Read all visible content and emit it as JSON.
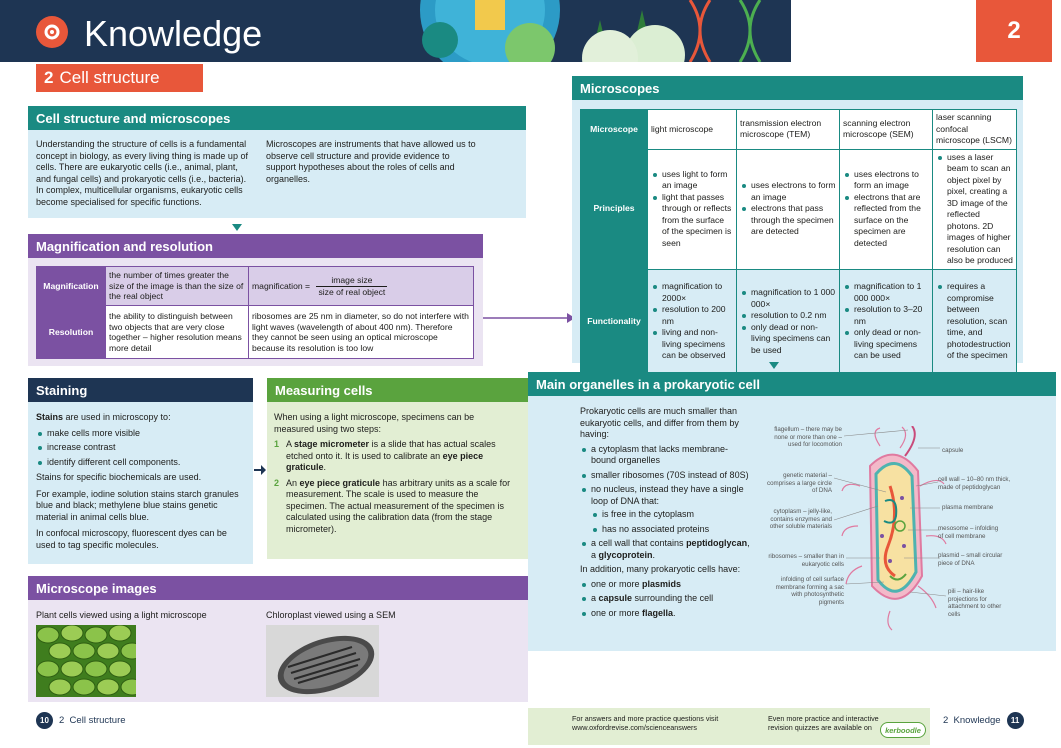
{
  "banner": {
    "title": "Knowledge",
    "chapter_number": "2",
    "section_number": "2",
    "section_title": "Cell structure"
  },
  "cell_structure": {
    "heading": "Cell structure and microscopes",
    "col1": "Understanding the structure of cells is a fundamental concept in biology, as every living thing is made up of cells. There are eukaryotic cells (i.e., animal, plant, and fungal cells) and prokaryotic cells (i.e., bacteria). In complex, multicellular organisms, eukaryotic cells become specialised for specific functions.",
    "col2": "Microscopes are instruments that have allowed us to observe cell structure and provide evidence to support hypotheses about the roles of cells and organelles."
  },
  "magnification": {
    "heading": "Magnification and resolution",
    "row1_label": "Magnification",
    "row1_def": "the number of times greater the size of the image is than the size of the real object",
    "row1_formula_lhs": "magnification =",
    "row1_formula_num": "image size",
    "row1_formula_den": "size of real object",
    "row2_label": "Resolution",
    "row2_def": "the ability to distinguish between two objects that are very close together – higher resolution means more detail",
    "row2_note": "ribosomes are 25 nm in diameter, so do not interfere with light waves (wavelength of about 400 nm). Therefore they cannot be seen using an optical microscope because its resolution is too low"
  },
  "staining": {
    "heading": "Staining",
    "intro_bold": "Stains",
    "intro_rest": " are used in microscopy to:",
    "items": [
      "make cells more visible",
      "increase contrast",
      "identify different cell components."
    ],
    "p1": "Stains for specific biochemicals are used.",
    "p2": "For example, iodine solution stains starch granules blue and black; methylene blue stains genetic material in animal cells blue.",
    "p3": "In confocal microscopy, fluorescent dyes can be used to tag specific molecules."
  },
  "measuring": {
    "heading": "Measuring cells",
    "intro": "When using a light microscope, specimens can be measured using two steps:",
    "step1_num": "1",
    "step1_a": "A ",
    "step1_bold": "stage micrometer",
    "step1_b": " is a slide that has actual scales etched onto it. It is used to calibrate an ",
    "step1_bold2": "eye piece graticule",
    "step1_c": ".",
    "step2_num": "2",
    "step2_a": "An ",
    "step2_bold": "eye piece graticule",
    "step2_b": " has arbitrary units as a scale for measurement. The scale is used to measure the specimen. The actual measurement of the specimen is calculated using the calibration data (from the stage micrometer)."
  },
  "images": {
    "heading": "Microscope images",
    "caption1": "Plant cells viewed using a light microscope",
    "caption2": "Chloroplast viewed using a SEM"
  },
  "microscopes": {
    "heading": "Microscopes",
    "corner": "Microscope",
    "columns": [
      "light microscope",
      "transmission electron microscope (TEM)",
      "scanning electron microscope (SEM)",
      "laser scanning confocal microscope (LSCM)"
    ],
    "row1_label": "Principles",
    "row1": [
      [
        "uses light to form an image",
        "light that passes through or reflects from the surface of the specimen is seen"
      ],
      [
        "uses electrons to form an image",
        "electrons that pass through the specimen are detected"
      ],
      [
        "uses electrons to form an image",
        "electrons that are reflected from the surface on the specimen are detected"
      ],
      [
        "uses a laser beam to scan an object pixel by pixel, creating a 3D image of the reflected photons. 2D images of higher resolution can also be produced"
      ]
    ],
    "row2_label": "Functionality",
    "row2": [
      [
        "magnification to 2000×",
        "resolution to 200 nm",
        "living and non-living specimens can be observed"
      ],
      [
        "magnification to 1 000 000×",
        "resolution to 0.2 nm",
        "only dead or non-living specimens can be used"
      ],
      [
        "magnification to 1 000 000×",
        "resolution to 3–20 nm",
        "only dead or non-living specimens can be used"
      ],
      [
        "requires a compromise between resolution, scan time, and photodestruction of the specimen"
      ]
    ]
  },
  "prokaryotic": {
    "heading": "Main organelles in a prokaryotic cell",
    "intro": "Prokaryotic cells are much smaller than eukaryotic cells, and differ from them by having:",
    "b1": "a cytoplasm that lacks membrane-bound organelles",
    "b2": "smaller ribosomes (70S instead of 80S)",
    "b3": "no nucleus, instead they have a single loop of DNA that:",
    "b3a": "is free in the cytoplasm",
    "b3b": "has no associated proteins",
    "b4_a": "a cell wall that contains ",
    "b4_bold1": "peptidoglycan",
    "b4_mid": ", a ",
    "b4_bold2": "glycoprotein",
    "b4_end": ".",
    "addition": "In addition, many prokaryotic cells have:",
    "c1_a": "one or more ",
    "c1_bold": "plasmids",
    "c2_a": "a ",
    "c2_bold": "capsule",
    "c2_b": " surrounding the cell",
    "c3_a": "one or more ",
    "c3_bold": "flagella",
    "c3_b": ".",
    "labels": {
      "flagellum": "flagellum – there may be none or more than one – used for locomotion",
      "genetic": "genetic material – comprises a large circle of DNA",
      "cytoplasm": "cytoplasm – jelly-like, contains enzymes and other soluble materials",
      "ribosomes": "ribosomes – smaller than in eukaryotic cells",
      "infolding": "infolding of cell surface membrane forming a sac with photosynthetic pigments",
      "capsule": "capsule",
      "cellwall": "cell wall – 10–80 nm thick, made of peptidoglycan",
      "plasma": "plasma membrane",
      "mesosome": "mesosome – infolding of cell membrane",
      "plasmid": "plasmid – small circular piece of DNA",
      "pili": "pili – hair-like projections for attachment to other cells"
    }
  },
  "footer": {
    "left_page": "10",
    "left_text": "2  Cell structure",
    "answers": "For answers and more practice questions visit www.oxfordrevise.com/scienceanswers",
    "practice": "Even more practice and interactive revision quizzes are available on",
    "brand": "kerboodle",
    "right_text": "2  Knowledge",
    "right_page": "11"
  },
  "colors": {
    "navy": "#1e3553",
    "teal": "#1a8a82",
    "purple": "#7b51a2",
    "orange": "#e8573a",
    "green": "#5aa33e"
  }
}
